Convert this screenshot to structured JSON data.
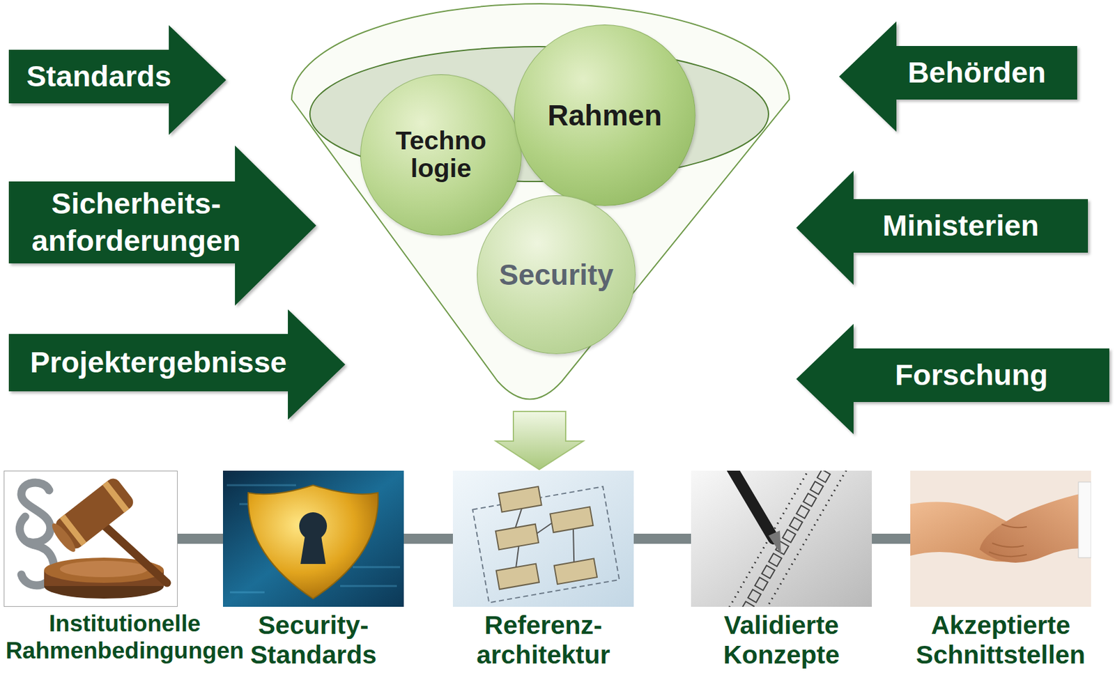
{
  "diagram": {
    "nodes": [
      {
        "text": [
          "Standards"
        ]
      },
      {
        "text": [
          "Behörden"
        ]
      },
      {
        "text": [
          "Techno logie"
        ]
      },
      {
        "text": [
          "Rahmen"
        ]
      },
      {
        "text": [
          "Sicherheits- anforderungen"
        ]
      },
      {
        "text": [
          "Ministerien"
        ]
      },
      {
        "text": [
          "Security"
        ]
      },
      {
        "text": [
          "Projektergebnisse"
        ]
      },
      {
        "text": [
          "Forschung"
        ]
      },
      {
        "text": [
          "Institutionelle Rahmenbedingungen"
        ]
      },
      {
        "text": [
          "Security- Standards"
        ]
      },
      {
        "text": [
          "Referenz- architektur"
        ]
      },
      {
        "text": [
          "Validierte Konzepte"
        ]
      },
      {
        "text": [
          "Akzeptierte Schnittstellen"
        ]
      }
    ],
    "edges": [
      {
        "from": 9,
        "to": 10,
        "arrow": "none"
      },
      {
        "from": 10,
        "to": 11,
        "arrow": "none"
      },
      {
        "from": 11,
        "to": 12,
        "arrow": "none"
      },
      {
        "from": 12,
        "to": 13,
        "arrow": "none"
      }
    ]
  }
}
